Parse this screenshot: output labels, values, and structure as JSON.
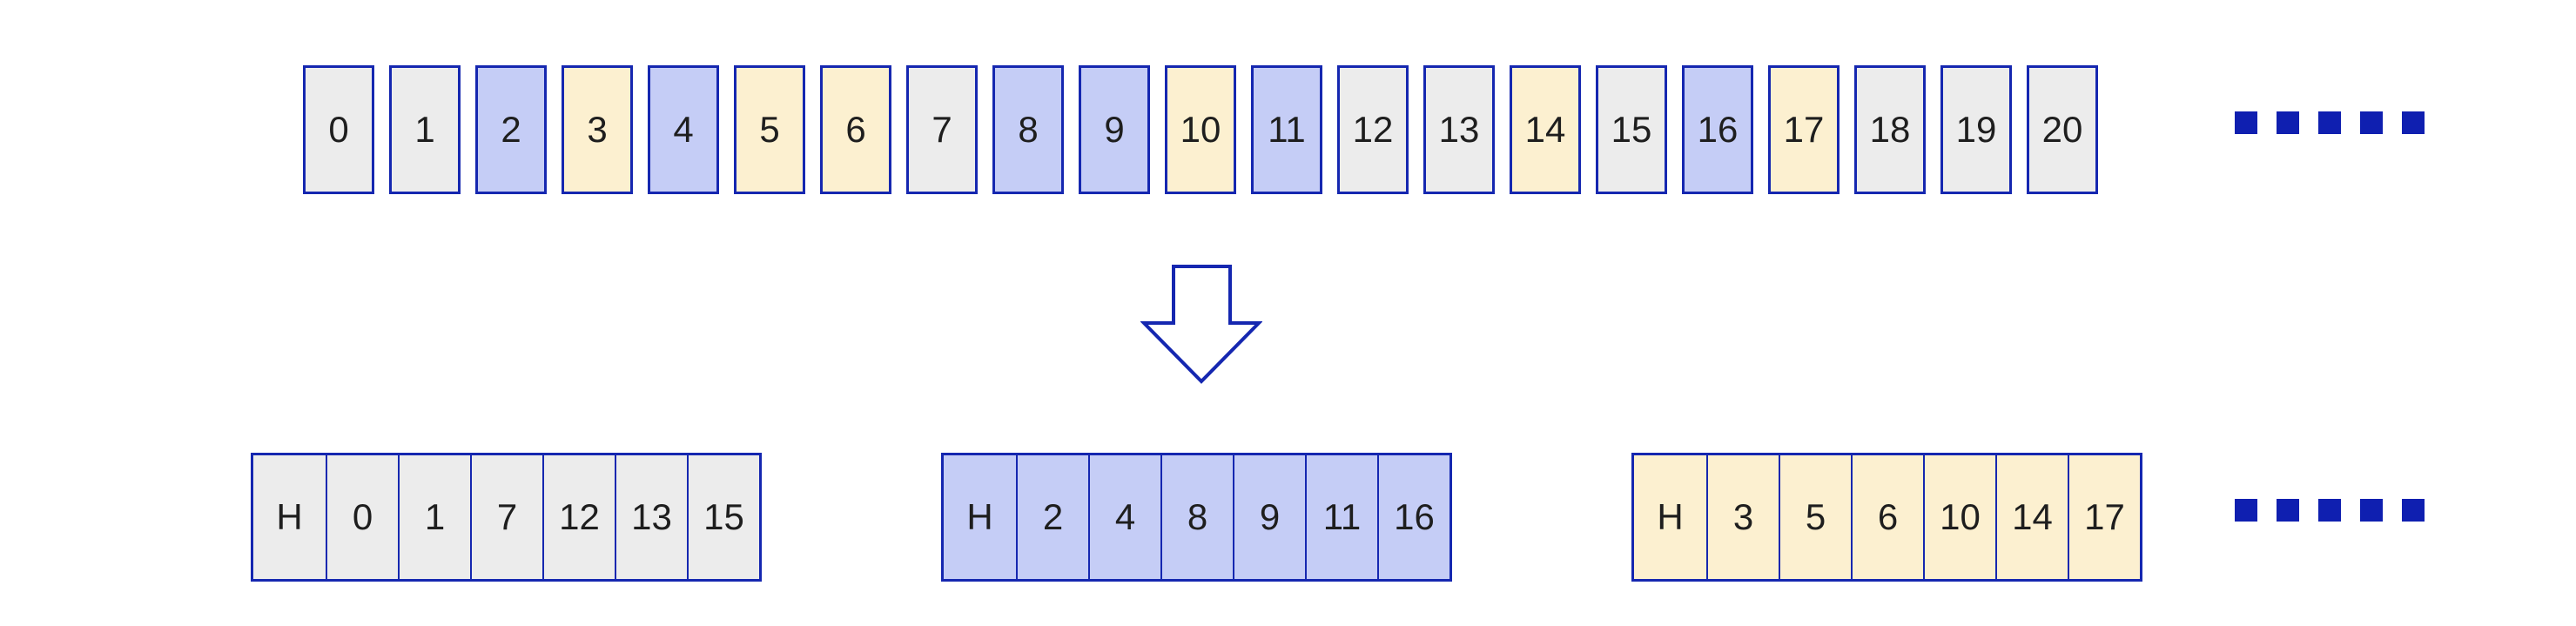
{
  "colors": {
    "border": "#1527b0",
    "square": "#0f1fb0",
    "gray": "#ececec",
    "blue": "#c5cdf6",
    "yellow": "#fcf0d0",
    "text": "#1e1e1e",
    "background": "#ffffff"
  },
  "input_array": {
    "cells": [
      {
        "label": "0",
        "color": "gray"
      },
      {
        "label": "1",
        "color": "gray"
      },
      {
        "label": "2",
        "color": "blue"
      },
      {
        "label": "3",
        "color": "yellow"
      },
      {
        "label": "4",
        "color": "blue"
      },
      {
        "label": "5",
        "color": "yellow"
      },
      {
        "label": "6",
        "color": "yellow"
      },
      {
        "label": "7",
        "color": "gray"
      },
      {
        "label": "8",
        "color": "blue"
      },
      {
        "label": "9",
        "color": "blue"
      },
      {
        "label": "10",
        "color": "yellow"
      },
      {
        "label": "11",
        "color": "blue"
      },
      {
        "label": "12",
        "color": "gray"
      },
      {
        "label": "13",
        "color": "gray"
      },
      {
        "label": "14",
        "color": "yellow"
      },
      {
        "label": "15",
        "color": "gray"
      },
      {
        "label": "16",
        "color": "blue"
      },
      {
        "label": "17",
        "color": "yellow"
      },
      {
        "label": "18",
        "color": "gray"
      },
      {
        "label": "19",
        "color": "gray"
      },
      {
        "label": "20",
        "color": "gray"
      }
    ]
  },
  "arrow": {
    "icon": "down-arrow-icon",
    "style": "hollow-outline"
  },
  "buckets": [
    {
      "color": "gray",
      "cells": [
        "H",
        "0",
        "1",
        "7",
        "12",
        "13",
        "15"
      ]
    },
    {
      "color": "blue",
      "cells": [
        "H",
        "2",
        "4",
        "8",
        "9",
        "11",
        "16"
      ]
    },
    {
      "color": "yellow",
      "cells": [
        "H",
        "3",
        "5",
        "6",
        "10",
        "14",
        "17"
      ]
    }
  ],
  "ellipsis": {
    "count": 5,
    "color": "#0f1fb0"
  }
}
